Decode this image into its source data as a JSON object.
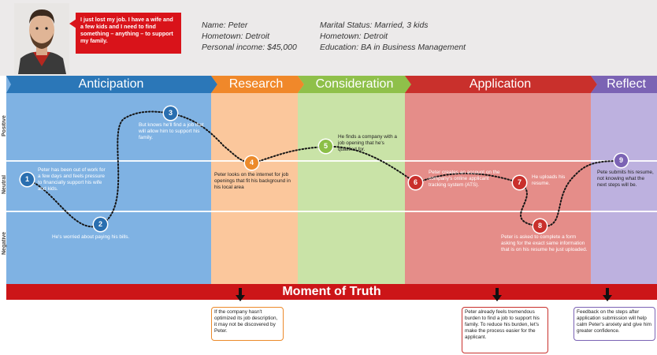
{
  "persona": {
    "quote": "I just lost my job. I have a wife and a few kids and I need to find something – anything – to support my family.",
    "name": "Name: Peter",
    "hometown": "Hometown: Detroit",
    "income": "Personal income: $45,000",
    "marital": "Marital Status: Married, 3 kids",
    "hometown2": "Hometown: Detroit",
    "education": "Education: BA in Business Management"
  },
  "phases": [
    {
      "label": "Anticipation",
      "color": "#2b77b8",
      "band": "#7fb2e3"
    },
    {
      "label": "Research",
      "color": "#f0882a",
      "band": "#fbc79c"
    },
    {
      "label": "Consideration",
      "color": "#8fc04a",
      "band": "#c9e3a7"
    },
    {
      "label": "Application",
      "color": "#c9302c",
      "band": "#e58d89"
    },
    {
      "label": "Reflect",
      "color": "#7b63b4",
      "band": "#bdb1df"
    }
  ],
  "rows": {
    "positive": "Positive",
    "neutral": "Neutral",
    "negative": "Negative"
  },
  "steps": [
    {
      "n": "1",
      "text": "Peter has been out of work for a few days and feels pressure to financially support his wife and kids."
    },
    {
      "n": "2",
      "text": "He's worried about paying his bills."
    },
    {
      "n": "3",
      "text": "But knows he'll find a job that will allow him to support his family."
    },
    {
      "n": "4",
      "text": "Peter looks on the internet for job openings that fit his background in his local area"
    },
    {
      "n": "5",
      "text": "He finds a company with a job opening that he's qualified for."
    },
    {
      "n": "6",
      "text": "Peter creates an account on the company's online applicant tracking system (ATS)."
    },
    {
      "n": "7",
      "text": "He uploads his resume."
    },
    {
      "n": "8",
      "text": "Peter is asked to complete a form asking for the exact same information that is on his resume he just uploaded."
    },
    {
      "n": "9",
      "text": "Pete submits his resume, not knowing what the next steps will be."
    }
  ],
  "moment": {
    "title": "Moment of Truth",
    "boxes": [
      "If the company hasn't optimized its job description, it may not be discovered by Peter.",
      "Peter already feels tremendous burden to find a job to support his family. To reduce his burden, let's make the process easier for the applicant.",
      "Feedback on the steps after application submission will help calm Peter's anxiety and give him greater confidence."
    ]
  }
}
